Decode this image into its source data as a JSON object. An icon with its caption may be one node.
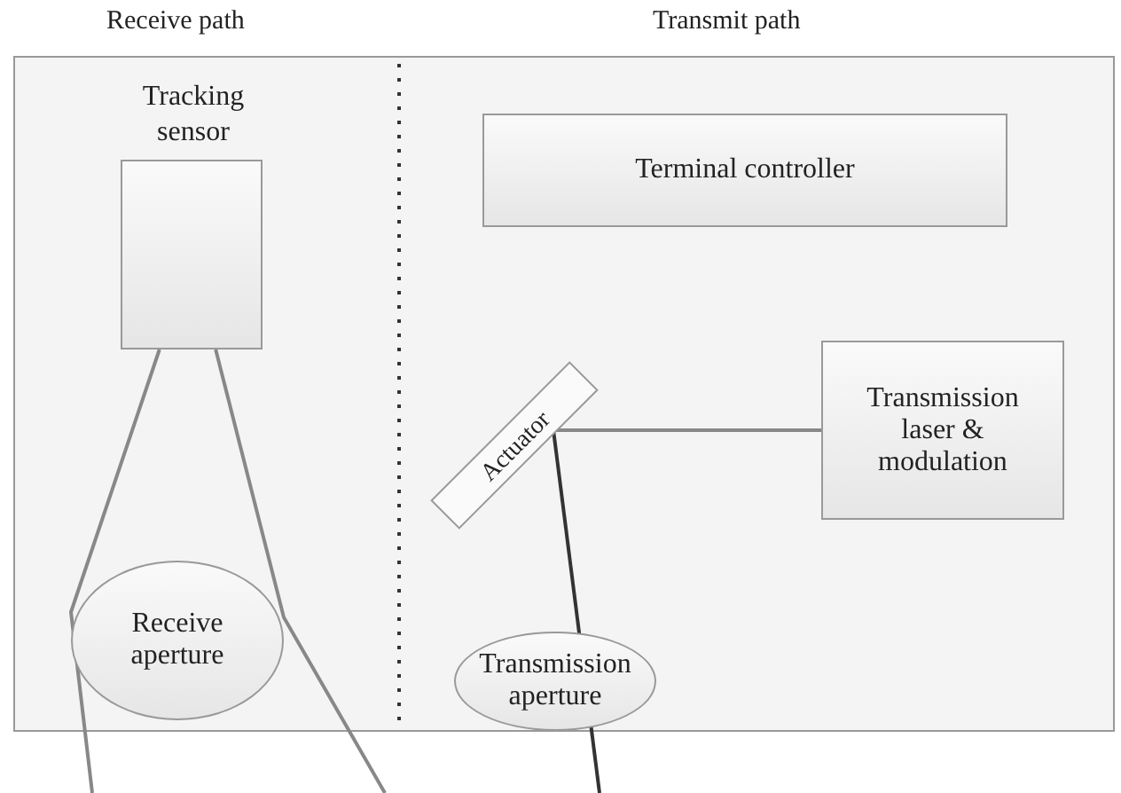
{
  "diagram": {
    "nodes": [
      {
        "text": [
          "Tracking sensor"
        ]
      },
      {
        "text": [
          "Receive aperture"
        ]
      },
      {
        "text": [
          "Terminal controller"
        ]
      },
      {
        "text": [
          "Actuator"
        ]
      },
      {
        "text": [
          "Transmission laser & modulation"
        ]
      },
      {
        "text": [
          "Transmission aperture"
        ]
      }
    ],
    "edges": [
      {
        "from": 0,
        "to": null,
        "arrow": "none"
      },
      {
        "from": 0,
        "to": null,
        "arrow": "none"
      },
      {
        "from": 4,
        "to": 3,
        "arrow": "none"
      },
      {
        "from": 3,
        "to": null,
        "arrow": "none",
        "color": "#333333"
      }
    ],
    "labels": [
      "Receive path",
      "Transmit path"
    ]
  }
}
